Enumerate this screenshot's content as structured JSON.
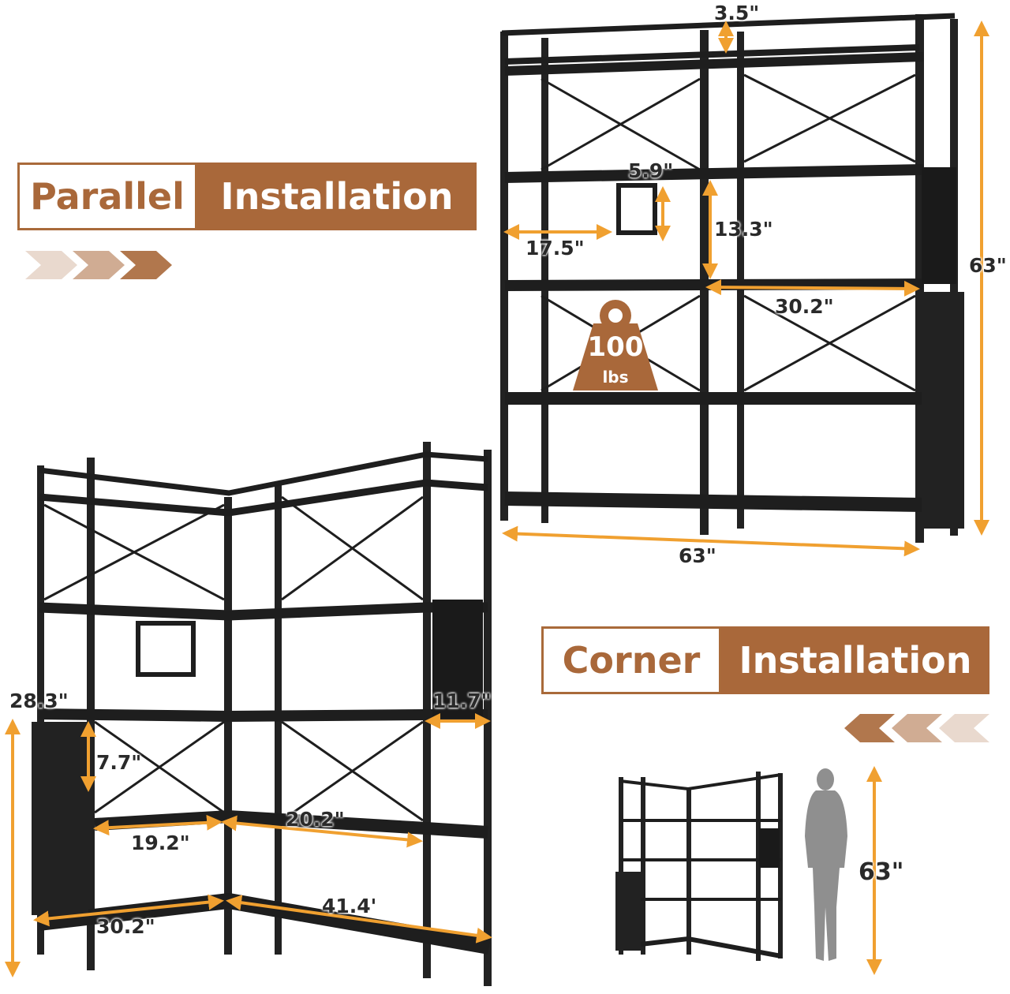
{
  "parallel": {
    "label_a": "Parallel",
    "label_b": "Installation",
    "dims": {
      "top_gap": "3.5\"",
      "drawer_width": "5.9\"",
      "shelf_gap": "13.3\"",
      "left_width": "17.5\"",
      "right_width": "30.2\"",
      "height": "63\"",
      "total_width": "63\""
    },
    "load_value": "100",
    "load_unit": "lbs"
  },
  "corner": {
    "label_a": "Corner",
    "label_b": "Installation",
    "dims": {
      "side_height": "28.3\"",
      "depth": "11.7\"",
      "gap": "7.7\"",
      "inner_a": "19.2\"",
      "inner_b": "20.2\"",
      "long_a": "30.2\"",
      "long_b": "41.4'"
    },
    "figure_height": "63\""
  },
  "colors": {
    "accent": "#a9683a",
    "arrow": "#f0a030",
    "frame": "#1e1e1e"
  }
}
